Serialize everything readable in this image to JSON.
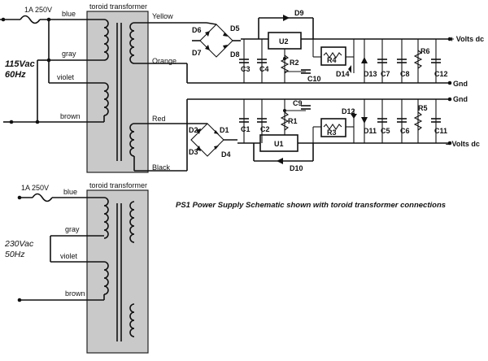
{
  "top_circuit": {
    "fuse_label": "1A 250V",
    "transformer_label": "toroid transformer",
    "input_voltage": "115Vac",
    "input_frequency": "60Hz",
    "primary_wires": [
      "blue",
      "gray",
      "violet",
      "brown"
    ],
    "secondary_wires": [
      "Yellow",
      "Orange",
      "Red",
      "Black"
    ],
    "diodes_positive_bridge": [
      "D6",
      "D5",
      "D7",
      "D8"
    ],
    "diodes_negative_bridge": [
      "D2",
      "D1",
      "D3",
      "D4"
    ],
    "positive_rail": {
      "regulator": "U2",
      "caps": [
        "C3",
        "C4",
        "C10",
        "C7",
        "C8",
        "C12"
      ],
      "resistors": [
        "R2",
        "R4",
        "R6"
      ],
      "diodes": [
        "D9",
        "D14",
        "D13"
      ],
      "output_label": "+ Volts dc"
    },
    "negative_rail": {
      "regulator": "U1",
      "caps": [
        "C1",
        "C2",
        "C9",
        "C5",
        "C6",
        "C11"
      ],
      "resistors": [
        "R1",
        "R3",
        "R5"
      ],
      "diodes": [
        "D10",
        "D12",
        "D11"
      ],
      "output_label": "– Volts dc"
    },
    "ground_label_1": "Gnd",
    "ground_label_2": "Gnd"
  },
  "caption": "PS1 Power Supply Schematic shown with toroid transformer connections",
  "bottom_circuit": {
    "fuse_label": "1A 250V",
    "transformer_label": "toroid transformer",
    "input_voltage": "230Vac",
    "input_frequency": "50Hz",
    "primary_wires": [
      "blue",
      "gray",
      "violet",
      "brown"
    ]
  }
}
